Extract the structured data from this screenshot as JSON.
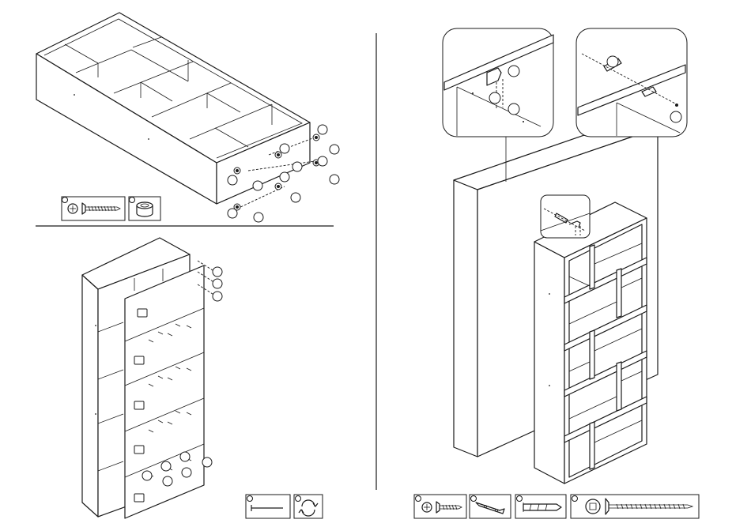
{
  "colors": {
    "line": "#1a1a1a",
    "paper": "#ffffff"
  },
  "steps": [
    {
      "step": "frame-assembly",
      "parts": [
        "screw-icon",
        "cam-lock-icon"
      ]
    },
    {
      "step": "back-panel",
      "parts": [
        "nail-icon",
        "rotate-hammer-icon"
      ]
    },
    {
      "step": "wall-fixing",
      "parts": [
        "short-screw-icon",
        "bracket-icon",
        "wall-plug-icon",
        "long-screw-icon"
      ]
    }
  ]
}
